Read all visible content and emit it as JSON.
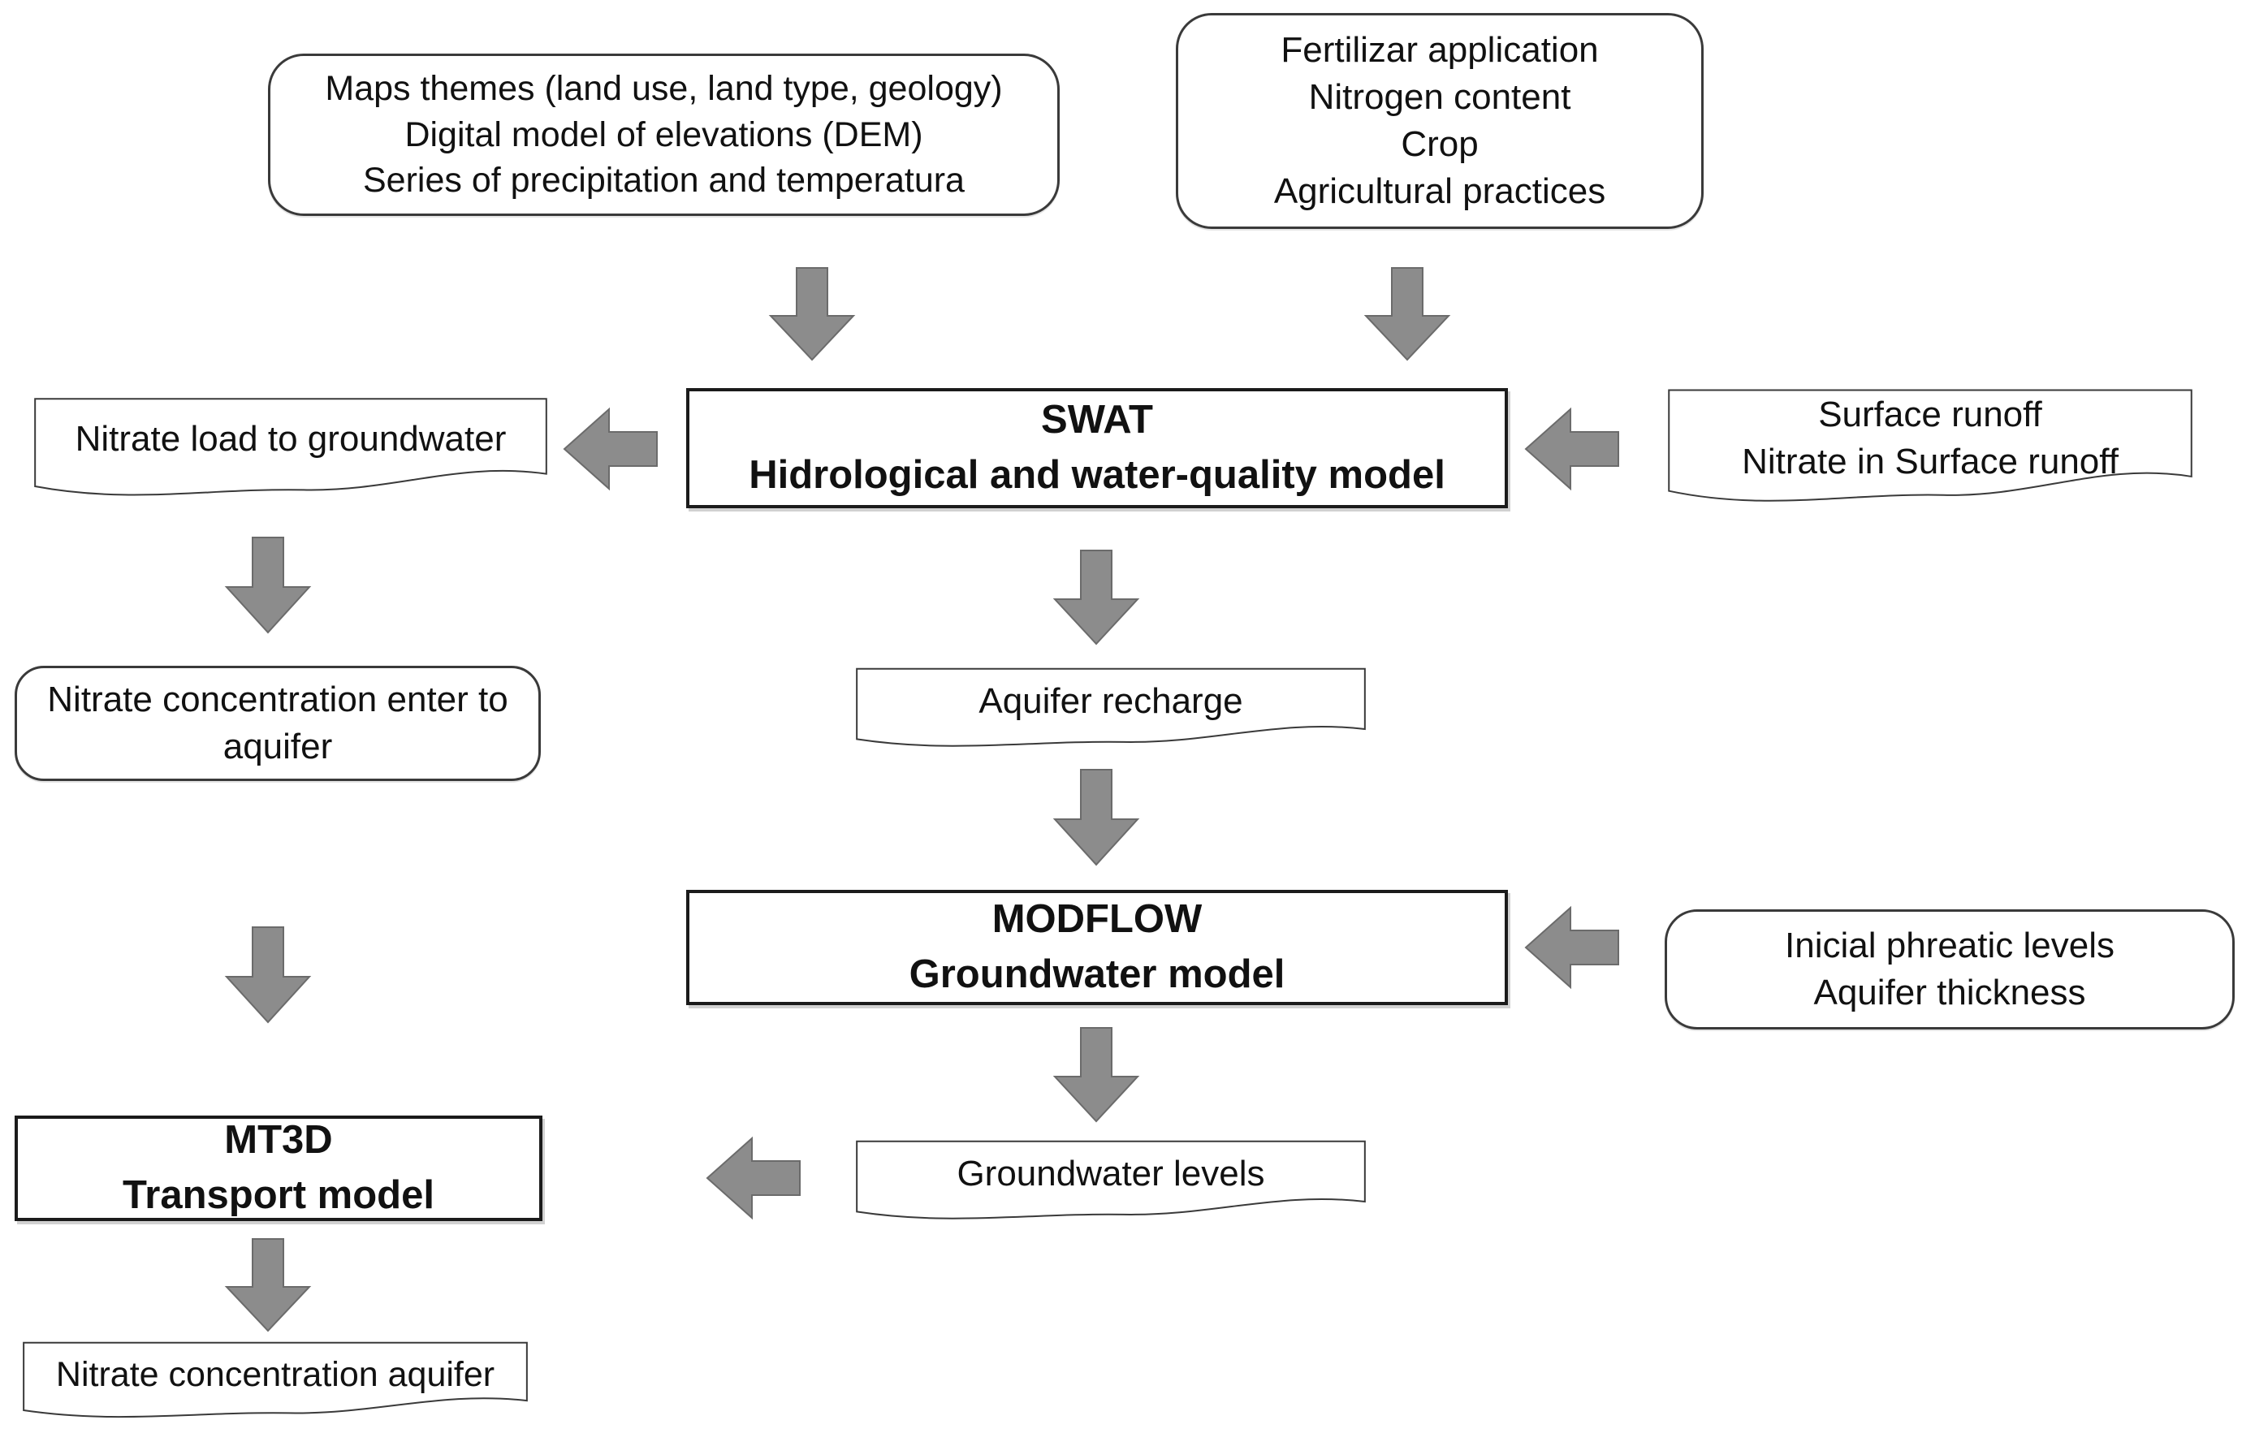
{
  "colors": {
    "background": "#ffffff",
    "text": "#111111",
    "box_border": "#1b1b1b",
    "data_box_border": "#3a3a3a",
    "arrow_fill": "#8c8c8c",
    "arrow_stroke": "#6b6b6b"
  },
  "nodes": {
    "maps_input": {
      "shape": "rounded",
      "lines": [
        "Maps themes (land use, land type, geology)",
        "Digital model of elevations (DEM)",
        "Series of precipitation and temperatura"
      ]
    },
    "fertilizer_input": {
      "shape": "rounded",
      "lines": [
        "Fertilizar application",
        "Nitrogen content",
        "Crop",
        "Agricultural practices"
      ]
    },
    "swat": {
      "shape": "process",
      "lines": [
        "SWAT",
        "Hidrological and water-quality model"
      ]
    },
    "surface_runoff": {
      "shape": "document",
      "lines": [
        "Surface runoff",
        "Nitrate in Surface runoff"
      ]
    },
    "nitrate_load": {
      "shape": "document",
      "lines": [
        "Nitrate load to groundwater"
      ]
    },
    "nitrate_conc_enter": {
      "shape": "rounded",
      "lines": [
        "Nitrate concentration enter to",
        "aquifer"
      ]
    },
    "aquifer_recharge": {
      "shape": "document",
      "lines": [
        "Aquifer recharge"
      ]
    },
    "modflow": {
      "shape": "process",
      "lines": [
        "MODFLOW",
        "Groundwater model"
      ]
    },
    "inicial_phreatic": {
      "shape": "rounded",
      "lines": [
        "Inicial phreatic levels",
        "Aquifer thickness"
      ]
    },
    "groundwater_levels": {
      "shape": "document",
      "lines": [
        "Groundwater levels"
      ]
    },
    "mt3d": {
      "shape": "process",
      "lines": [
        "MT3D",
        "Transport model"
      ]
    },
    "nitrate_conc_aquifer": {
      "shape": "document",
      "lines": [
        "Nitrate concentration aquifer"
      ]
    }
  },
  "connections": [
    {
      "from": "maps_input",
      "to": "swat",
      "direction": "down"
    },
    {
      "from": "fertilizer_input",
      "to": "swat",
      "direction": "down"
    },
    {
      "from": "surface_runoff",
      "to": "swat",
      "direction": "left"
    },
    {
      "from": "swat",
      "to": "nitrate_load",
      "direction": "left"
    },
    {
      "from": "nitrate_load",
      "to": "nitrate_conc_enter",
      "direction": "down"
    },
    {
      "from": "swat",
      "to": "aquifer_recharge",
      "direction": "down"
    },
    {
      "from": "aquifer_recharge",
      "to": "modflow",
      "direction": "down"
    },
    {
      "from": "inicial_phreatic",
      "to": "modflow",
      "direction": "left"
    },
    {
      "from": "modflow",
      "to": "groundwater_levels",
      "direction": "down"
    },
    {
      "from": "groundwater_levels",
      "to": "mt3d",
      "direction": "left"
    },
    {
      "from": "nitrate_conc_enter",
      "to": "mt3d",
      "direction": "down"
    },
    {
      "from": "mt3d",
      "to": "nitrate_conc_aquifer",
      "direction": "down"
    }
  ]
}
